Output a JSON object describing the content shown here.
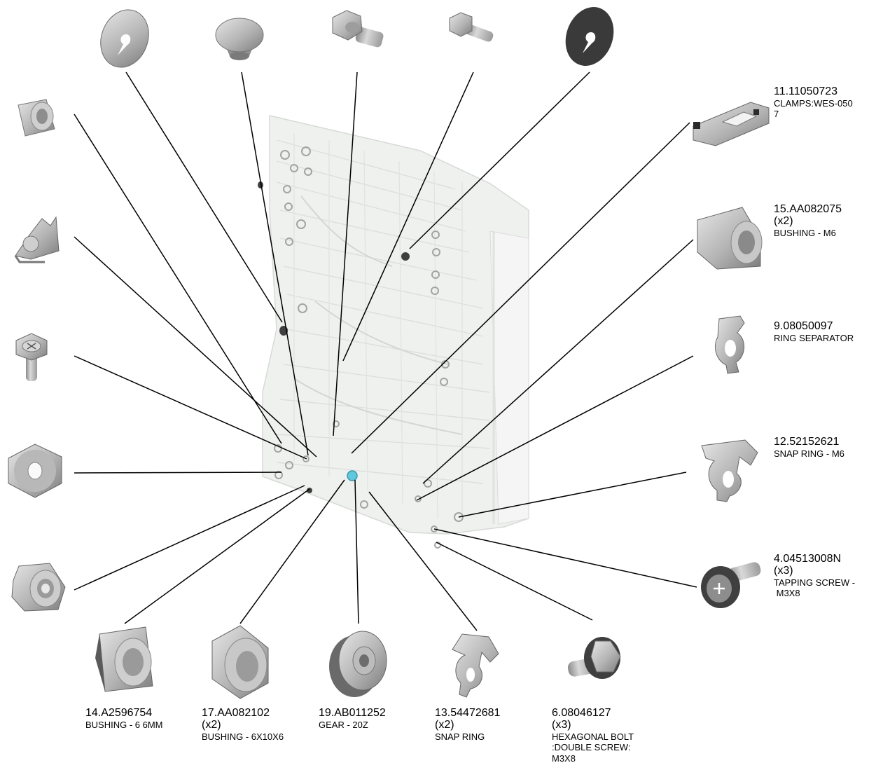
{
  "callouts": [
    {
      "id": "c11",
      "part_number": "11.11050723",
      "qty": "",
      "description": "CLAMPS:WES-050\n7"
    },
    {
      "id": "c15",
      "part_number": "15.AA082075",
      "qty": "(x2)",
      "description": "BUSHING - M6"
    },
    {
      "id": "c9",
      "part_number": "9.08050097",
      "qty": "",
      "description": "RING SEPARATOR"
    },
    {
      "id": "c12",
      "part_number": "12.52152621",
      "qty": "",
      "description": "SNAP RING - M6"
    },
    {
      "id": "c4",
      "part_number": "4.04513008N",
      "qty": "(x3)",
      "description": "TAPPING SCREW -\n M3X8"
    },
    {
      "id": "c14",
      "part_number": "14.A2596754",
      "qty": "",
      "description": "BUSHING - 6 6MM"
    },
    {
      "id": "c17",
      "part_number": "17.AA082102",
      "qty": "(x2)",
      "description": "BUSHING - 6X10X6"
    },
    {
      "id": "c19",
      "part_number": "19.AB011252",
      "qty": "",
      "description": "GEAR - 20Z"
    },
    {
      "id": "c13",
      "part_number": "13.54472681",
      "qty": "(x2)",
      "description": "SNAP RING"
    },
    {
      "id": "c6",
      "part_number": "6.08046127",
      "qty": "(x3)",
      "description": "HEXAGONAL BOLT\n:DOUBLE SCREW:\nM3X8"
    }
  ],
  "icons": [
    "washer-light-icon",
    "cap-icon",
    "hex-shoulder-screw-icon",
    "flange-pin-icon",
    "washer-dark-icon",
    "flanged-bushing-icon",
    "latch-icon",
    "cross-screw-icon",
    "slotted-bushing-icon",
    "keyed-bushing-icon",
    "clamp-icon",
    "bushing-icon",
    "ring-separator-icon",
    "snap-ring-icon",
    "tapping-screw-icon",
    "bushing-6mm-icon",
    "bushing-6x10x6-icon",
    "gear-icon",
    "snap-ring-small-icon",
    "hex-bolt-icon"
  ],
  "colors": {
    "line": "#000000",
    "part": "#b9b9b9",
    "part_dark": "#3c3c3c",
    "assembly": "#d8dcd8",
    "highlight": "#4fc3d9"
  }
}
